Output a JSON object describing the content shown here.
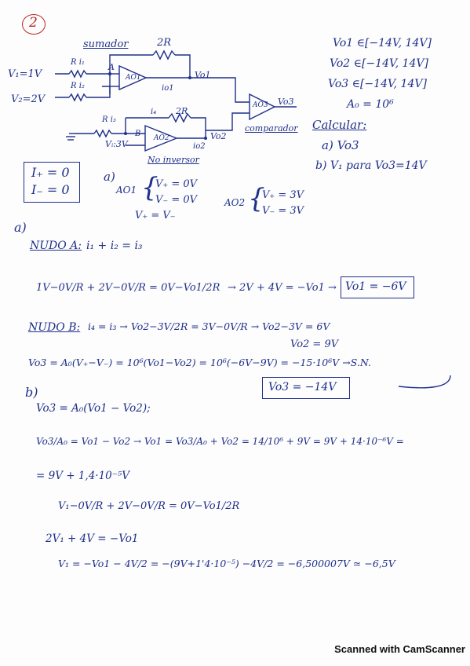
{
  "problem": {
    "number": "2",
    "circuit": {
      "sumador": "sumador",
      "r2_top": "2R",
      "v1": "V₁=1V",
      "v2": "V₂=2V",
      "r1": "R i₁",
      "r2": "R i₂",
      "node_a": "A",
      "ao1": "AO1",
      "vo1": "Vo1",
      "io1": "io1",
      "i4": "i₄",
      "r_2r": "2R",
      "r_i3": "R i₃",
      "node_b": "B",
      "vi3": "Vᵢ:3V",
      "ao2": "AO2",
      "vo2": "Vo2",
      "io2": "io2",
      "no_inversor": "No inversor",
      "ao3": "AO3",
      "vo3": "Vo3",
      "comparador": "comparador"
    },
    "ranges": [
      "Vo1 ∈[−14V, 14V]",
      "Vo2 ∈[−14V, 14V]",
      "Vo3 ∈[−14V, 14V]",
      "A₀ = 10⁶"
    ],
    "calc": {
      "title": "Calcular:",
      "a": "a) Vo3",
      "b": "b) V₁   para  Vo3=14V"
    },
    "box_currents": [
      "I₊ = 0",
      "I₋ = 0"
    ],
    "a_conditions": {
      "label": "a)",
      "ao1": "AO1",
      "ao1_vp": "V₊ = 0V",
      "ao1_vm": "V₋ = 0V",
      "vp_eq": "V₊ = V₋",
      "ao2": "AO2",
      "ao2_vp": "V₊ = 3V",
      "ao2_vm": "V₋ = 3V"
    },
    "part_a": {
      "label": "a)",
      "nudo_a": "NUDO A:",
      "nudo_a_eq": "i₁ + i₂ = i₃",
      "eq1": "1V−0V/R + 2V−0V/R = 0V−Vo1/2R",
      "eq1_rest": "→ 2V + 4V = −Vo1 →",
      "result1": "Vo1 = −6V",
      "nudo_b": "NUDO B:",
      "nudo_b_eq": "i₄ = i₃ → Vo2−3V/2R = 3V−0V/R → Vo2−3V = 6V",
      "vo2_result": "Vo2 = 9V",
      "vo3_eq": "Vo3 = A₀(V₊−V₋) = 10⁶(Vo1−Vo2) = 10⁶(−6V−9V) = −15·10⁶V →S.N.",
      "result2": "Vo3 = −14V"
    },
    "part_b": {
      "label": "b)",
      "line1": "Vo3 = A₀(Vo1 − Vo2);",
      "line2": "Vo3/A₀ = Vo1 − Vo2 → Vo1 = Vo3/A₀ + Vo2 = 14/10⁶ + 9V = 9V + 14·10⁻⁶V =",
      "line3": "= 9V + 1,4·10⁻⁵V",
      "line4": "V₁−0V/R + 2V−0V/R = 0V−Vo1/2R",
      "line5": "2V₁ + 4V = −Vo1",
      "line6": "V₁ = −Vo1 − 4V/2 = −(9V+1'4·10⁻⁵) −4V/2 = −6,500007V ≃ −6,5V"
    }
  },
  "footer": "Scanned with CamScanner"
}
